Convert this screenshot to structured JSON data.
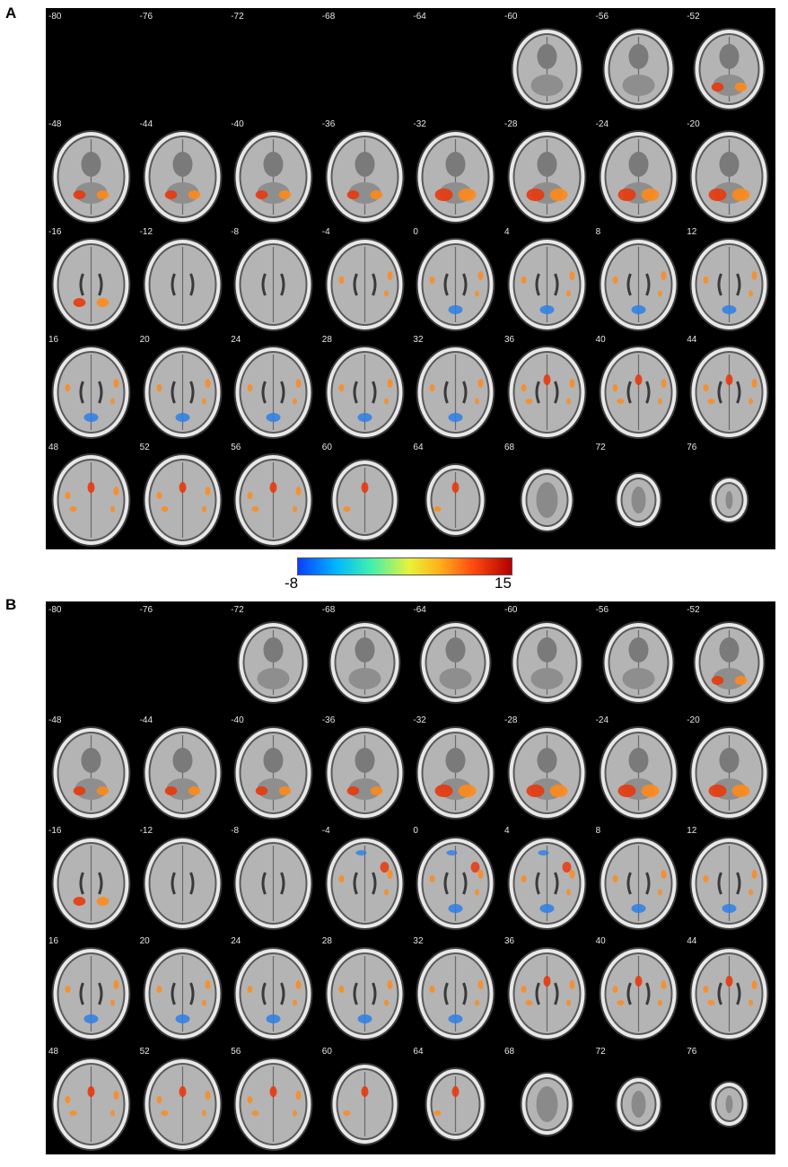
{
  "panels": [
    {
      "id": "A",
      "letter": "A",
      "slices": [
        {
          "label": "-80",
          "empty": true
        },
        {
          "label": "-76",
          "empty": true
        },
        {
          "label": "-72",
          "empty": true
        },
        {
          "label": "-68",
          "empty": true
        },
        {
          "label": "-64",
          "empty": true
        },
        {
          "label": "-60"
        },
        {
          "label": "-56"
        },
        {
          "label": "-52"
        },
        {
          "label": "-48"
        },
        {
          "label": "-44"
        },
        {
          "label": "-40"
        },
        {
          "label": "-36"
        },
        {
          "label": "-32"
        },
        {
          "label": "-28"
        },
        {
          "label": "-24"
        },
        {
          "label": "-20"
        },
        {
          "label": "-16"
        },
        {
          "label": "-12"
        },
        {
          "label": "-8"
        },
        {
          "label": "-4"
        },
        {
          "label": "0"
        },
        {
          "label": "4"
        },
        {
          "label": "8"
        },
        {
          "label": "12"
        },
        {
          "label": "16"
        },
        {
          "label": "20"
        },
        {
          "label": "24"
        },
        {
          "label": "28"
        },
        {
          "label": "32"
        },
        {
          "label": "36"
        },
        {
          "label": "40"
        },
        {
          "label": "44"
        },
        {
          "label": "48"
        },
        {
          "label": "52"
        },
        {
          "label": "56"
        },
        {
          "label": "60"
        },
        {
          "label": "64"
        },
        {
          "label": "68"
        },
        {
          "label": "72"
        },
        {
          "label": "76"
        }
      ]
    },
    {
      "id": "B",
      "letter": "B",
      "slices": [
        {
          "label": "-80",
          "empty": true
        },
        {
          "label": "-76",
          "empty": true
        },
        {
          "label": "-72"
        },
        {
          "label": "-68"
        },
        {
          "label": "-64"
        },
        {
          "label": "-60"
        },
        {
          "label": "-56"
        },
        {
          "label": "-52"
        },
        {
          "label": "-48"
        },
        {
          "label": "-44"
        },
        {
          "label": "-40"
        },
        {
          "label": "-36"
        },
        {
          "label": "-32"
        },
        {
          "label": "-28"
        },
        {
          "label": "-24"
        },
        {
          "label": "-20"
        },
        {
          "label": "-16"
        },
        {
          "label": "-12"
        },
        {
          "label": "-8"
        },
        {
          "label": "-4"
        },
        {
          "label": "0"
        },
        {
          "label": "4"
        },
        {
          "label": "8"
        },
        {
          "label": "12"
        },
        {
          "label": "16"
        },
        {
          "label": "20"
        },
        {
          "label": "24"
        },
        {
          "label": "28"
        },
        {
          "label": "32"
        },
        {
          "label": "36"
        },
        {
          "label": "40"
        },
        {
          "label": "44"
        },
        {
          "label": "48"
        },
        {
          "label": "52"
        },
        {
          "label": "56"
        },
        {
          "label": "60"
        },
        {
          "label": "64"
        },
        {
          "label": "68"
        },
        {
          "label": "72"
        },
        {
          "label": "76"
        }
      ]
    }
  ],
  "colorbar": {
    "min_label": "-8",
    "max_label": "15",
    "colors": [
      "#0b3fff",
      "#00b7ff",
      "#3ef0b0",
      "#e8f23a",
      "#ffb21a",
      "#ff4a10",
      "#b10000"
    ]
  },
  "colors": {
    "background": "#000000",
    "activation_positive": "#ff8a1a",
    "activation_strong": "#e8380c",
    "activation_negative": "#2b7fe6"
  }
}
